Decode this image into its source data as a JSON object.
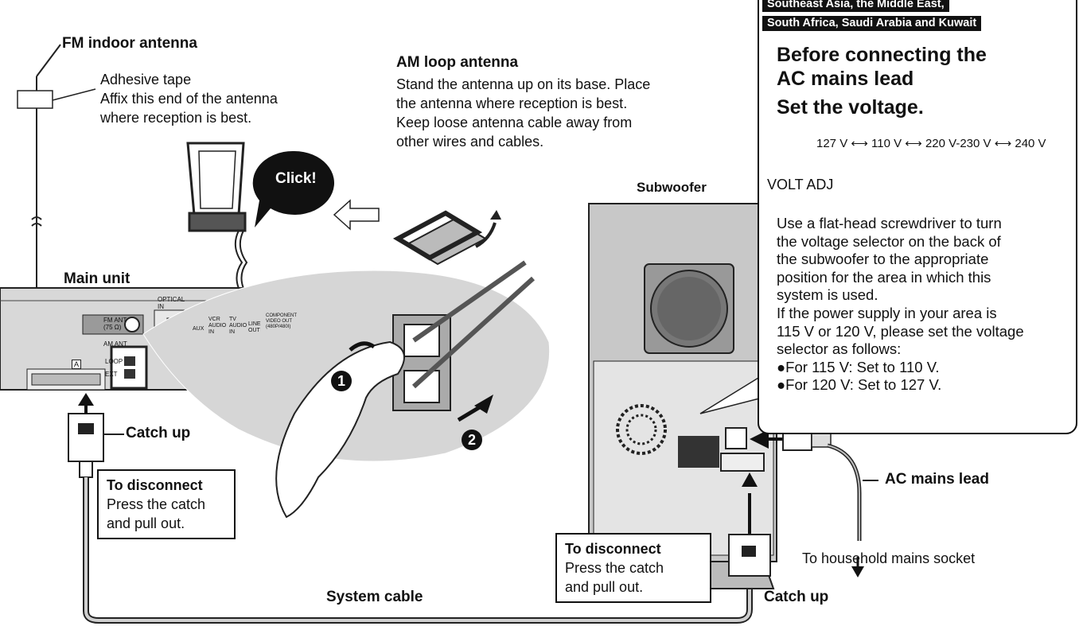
{
  "antennas": {
    "fm_title": "FM indoor antenna",
    "adhesive_title": "Adhesive tape",
    "adhesive_line1": "Affix this end of the antenna",
    "adhesive_line2": "where reception is best.",
    "am_title": "AM loop antenna",
    "am_line1": "Stand the antenna up on its base. Place",
    "am_line2": "the antenna where reception is best.",
    "am_line3": "Keep loose antenna cable away from",
    "am_line4": "other wires and cables.",
    "click": "Click!"
  },
  "main_unit": {
    "label": "Main unit",
    "catch_up": "Catch up",
    "panel_fm_ant": "FM ANT",
    "panel_ohm": "(75 Ω)",
    "panel_optical": "OPTICAL",
    "panel_in": "IN",
    "panel_am_ant": "AM ANT",
    "panel_loop": "LOOP",
    "panel_ext": "EXT",
    "panel_aux": "AUX",
    "panel_vcr_audio_in": "VCR AUDIO IN",
    "panel_tv_audio_in": "TV AUDIO IN",
    "panel_line_out": "LINE OUT",
    "panel_component": "COMPONENT VIDEO OUT",
    "panel_component_sub": "(480P/480I)",
    "panel_a": "A",
    "step1": "1",
    "step2": "2"
  },
  "disconnect_left": {
    "title": "To disconnect",
    "line1": "Press the catch",
    "line2": "and pull out."
  },
  "disconnect_right": {
    "title": "To disconnect",
    "line1": "Press the catch",
    "line2": "and pull out."
  },
  "system_cable": "System cable",
  "subwoofer": {
    "label": "Subwoofer",
    "catch_up": "Catch up",
    "ac_lead": "AC mains lead",
    "socket": "To household mains socket"
  },
  "panel": {
    "region1": "Southeast Asia, the Middle East,",
    "region2": "South Africa, Saudi Arabia and Kuwait",
    "heading1": "Before connecting the",
    "heading2": "AC mains lead",
    "heading3": "Set the voltage.",
    "voltages": "127 V ⟷ 110 V ⟷ 220 V-230 V ⟷ 240 V",
    "volt_adj": "VOLT ADJ",
    "instruction1": "Use a flat-head screwdriver to turn",
    "instruction2": "the voltage selector on the back of",
    "instruction3": "the subwoofer to the appropriate",
    "instruction4": "position for the area in which this",
    "instruction5": "system is used.",
    "instruction6": "If the power supply in your area is",
    "instruction7": "115 V or 120 V, please set the voltage",
    "instruction8": "selector as follows:",
    "bullet1": "●For 115 V: Set to 110 V.",
    "bullet2": "●For 120 V: Set to 127 V."
  }
}
